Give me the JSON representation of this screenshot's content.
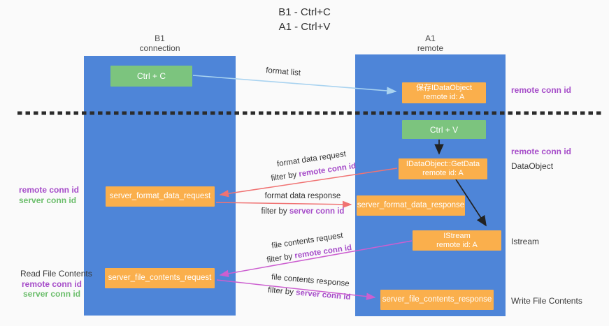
{
  "title": {
    "line1": "B1 - Ctrl+C",
    "line2": "A1 - Ctrl+V"
  },
  "lanes": {
    "left": {
      "name": "B1",
      "role": "connection"
    },
    "right": {
      "name": "A1",
      "role": "remote"
    }
  },
  "boxes": {
    "ctrl_c": {
      "label": "Ctrl + C"
    },
    "ctrl_v": {
      "label": "Ctrl + V"
    },
    "save_idataobject": {
      "line1": "保存IDataObject",
      "line2": "remote id: A"
    },
    "getdata": {
      "line1": "IDataObject::GetData",
      "line2": "remote id: A"
    },
    "istream": {
      "line1": "IStream",
      "line2": "remote id: A"
    },
    "server_format_data_request": {
      "label": "server_format_data_request"
    },
    "server_format_data_response": {
      "label": "server_format_data_response"
    },
    "server_file_contents_request": {
      "label": "server_file_contents_request"
    },
    "server_file_contents_response": {
      "label": "server_file_contents_response"
    }
  },
  "arrow_labels": {
    "format_list": "format list",
    "format_data_request": {
      "title": "format data request",
      "filter_prefix": "filter by",
      "filter_key": "remote conn id"
    },
    "format_data_response": {
      "title": "format data response",
      "filter_prefix": "filter by",
      "filter_key": "server conn id"
    },
    "file_contents_request": {
      "title": "file contents request",
      "filter_prefix": "filter by",
      "filter_key": "remote conn id"
    },
    "file_contents_response": {
      "title": "file contents response",
      "filter_prefix": "filter by",
      "filter_key": "server conn id"
    }
  },
  "side_labels": {
    "right_remote_conn_id_top": "remote conn id",
    "right_remote_conn_id_mid": "remote conn id",
    "dataobject": "DataObject",
    "istream": "Istream",
    "write_file_contents": "Write File Contents",
    "left_remote_conn_id_top": "remote conn id",
    "left_server_conn_id_top": "server conn id",
    "read_file_contents": "Read File Contents",
    "left_remote_conn_id_bottom": "remote conn id",
    "left_server_conn_id_bottom": "server conn id"
  },
  "colors": {
    "lane_blue": "#4E85D8",
    "box_green": "#7CC47E",
    "box_orange": "#FAAF4C",
    "arrow_salmon": "#F07373",
    "arrow_magenta": "#CC5FD0",
    "arrow_lightblue": "#A9D3F0",
    "arrow_black": "#222222",
    "dashed_separator": "#2B2B2B",
    "text_purple": "#A64DC9",
    "text_green": "#6CBE6C"
  }
}
